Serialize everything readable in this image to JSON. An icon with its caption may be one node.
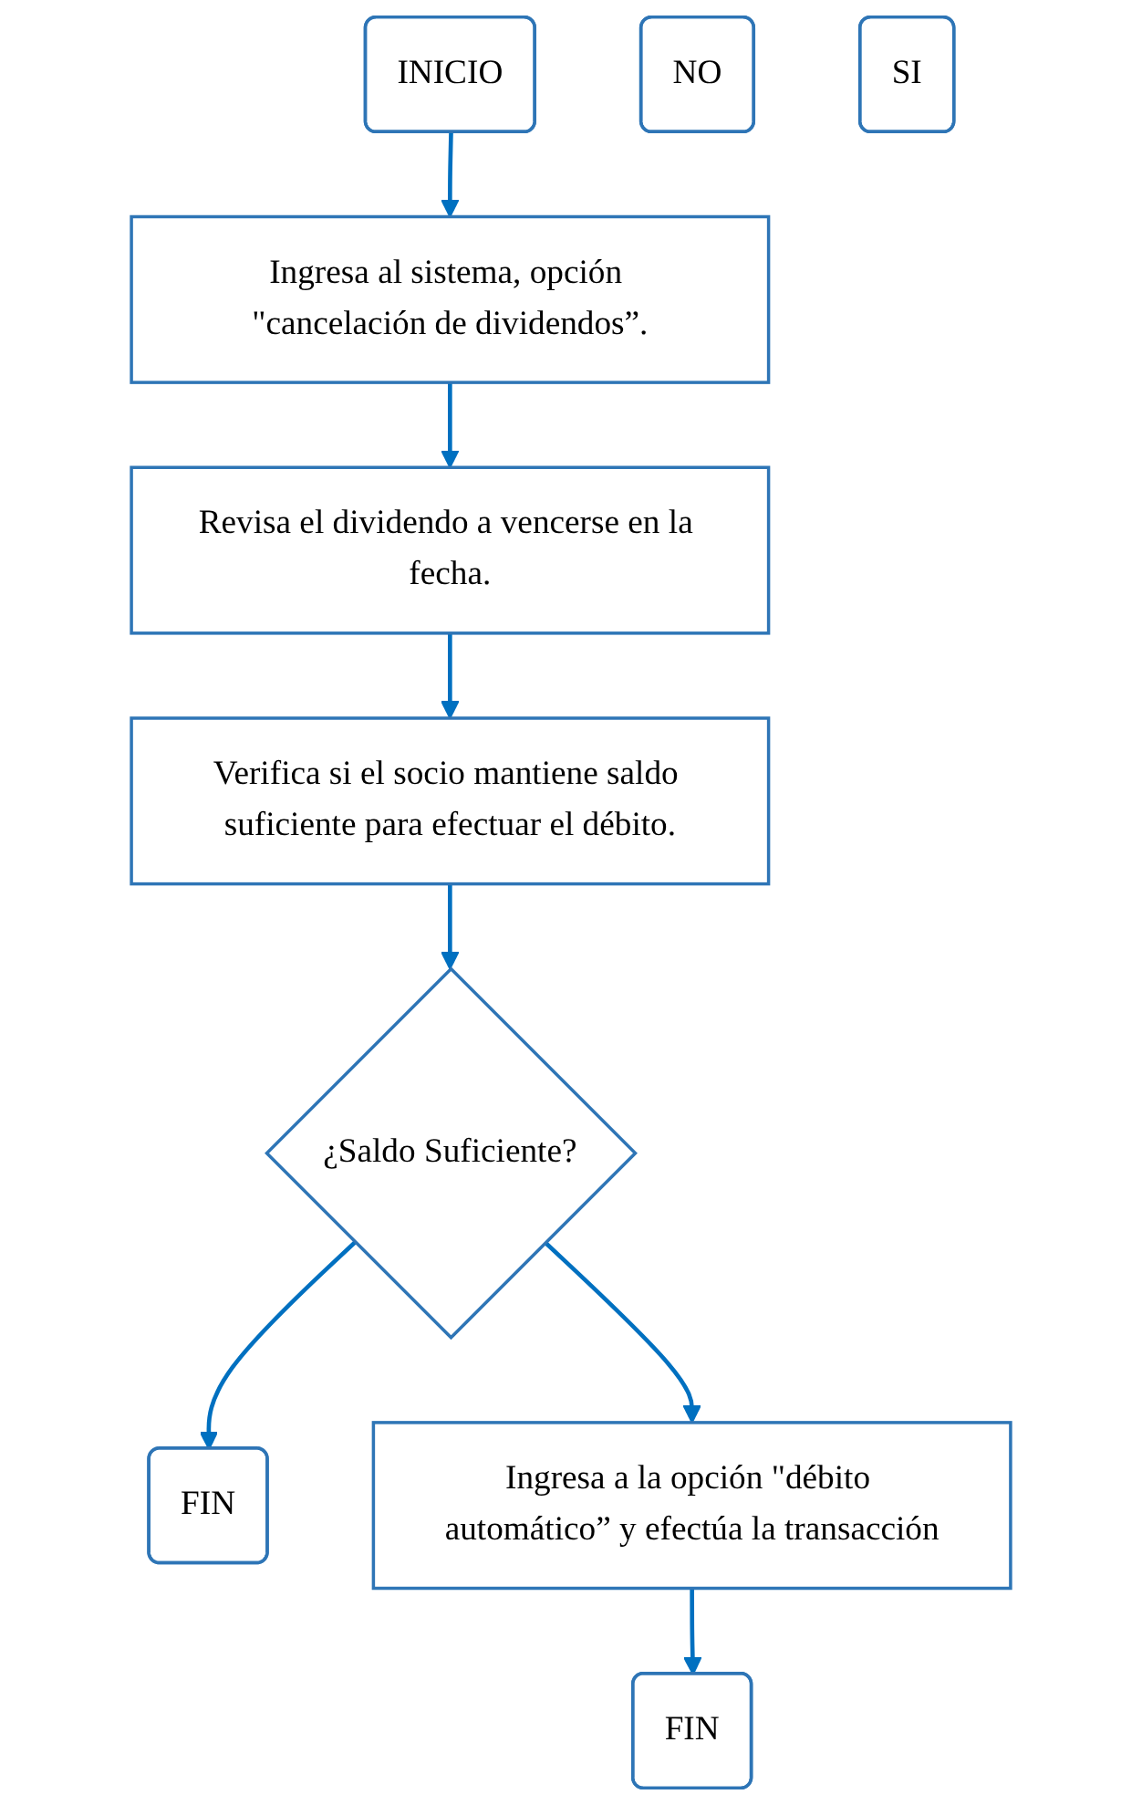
{
  "diagram": {
    "nodes": [
      {
        "text": [
          "INICIO"
        ]
      },
      {
        "text": [
          "Ingresa al sistema, opción \"cancelación de dividendos”."
        ]
      },
      {
        "text": [
          "Revisa el dividendo a vencerse en la fecha."
        ]
      },
      {
        "text": [
          "Verifica si el socio mantiene saldo suficiente para efectuar el débito."
        ]
      },
      {
        "text": [
          "¿Saldo Suficiente?"
        ]
      },
      {
        "text": [
          "NO"
        ]
      },
      {
        "text": [
          "FIN"
        ]
      },
      {
        "text": [
          "SI"
        ]
      },
      {
        "text": [
          "Ingresa a la opción \"débito automático” y efectúa la transacción"
        ]
      },
      {
        "text": [
          "FIN"
        ]
      }
    ],
    "edges": [
      {
        "from": 0,
        "to": 1,
        "arrow": "to"
      },
      {
        "from": 1,
        "to": 2,
        "arrow": "to"
      },
      {
        "from": 2,
        "to": 3,
        "arrow": "to"
      },
      {
        "from": 3,
        "to": 4,
        "arrow": "to"
      },
      {
        "from": 4,
        "to": 6,
        "arrow": "to"
      },
      {
        "from": 4,
        "to": 8,
        "arrow": "to"
      },
      {
        "from": 8,
        "to": 9,
        "arrow": "to"
      }
    ]
  }
}
